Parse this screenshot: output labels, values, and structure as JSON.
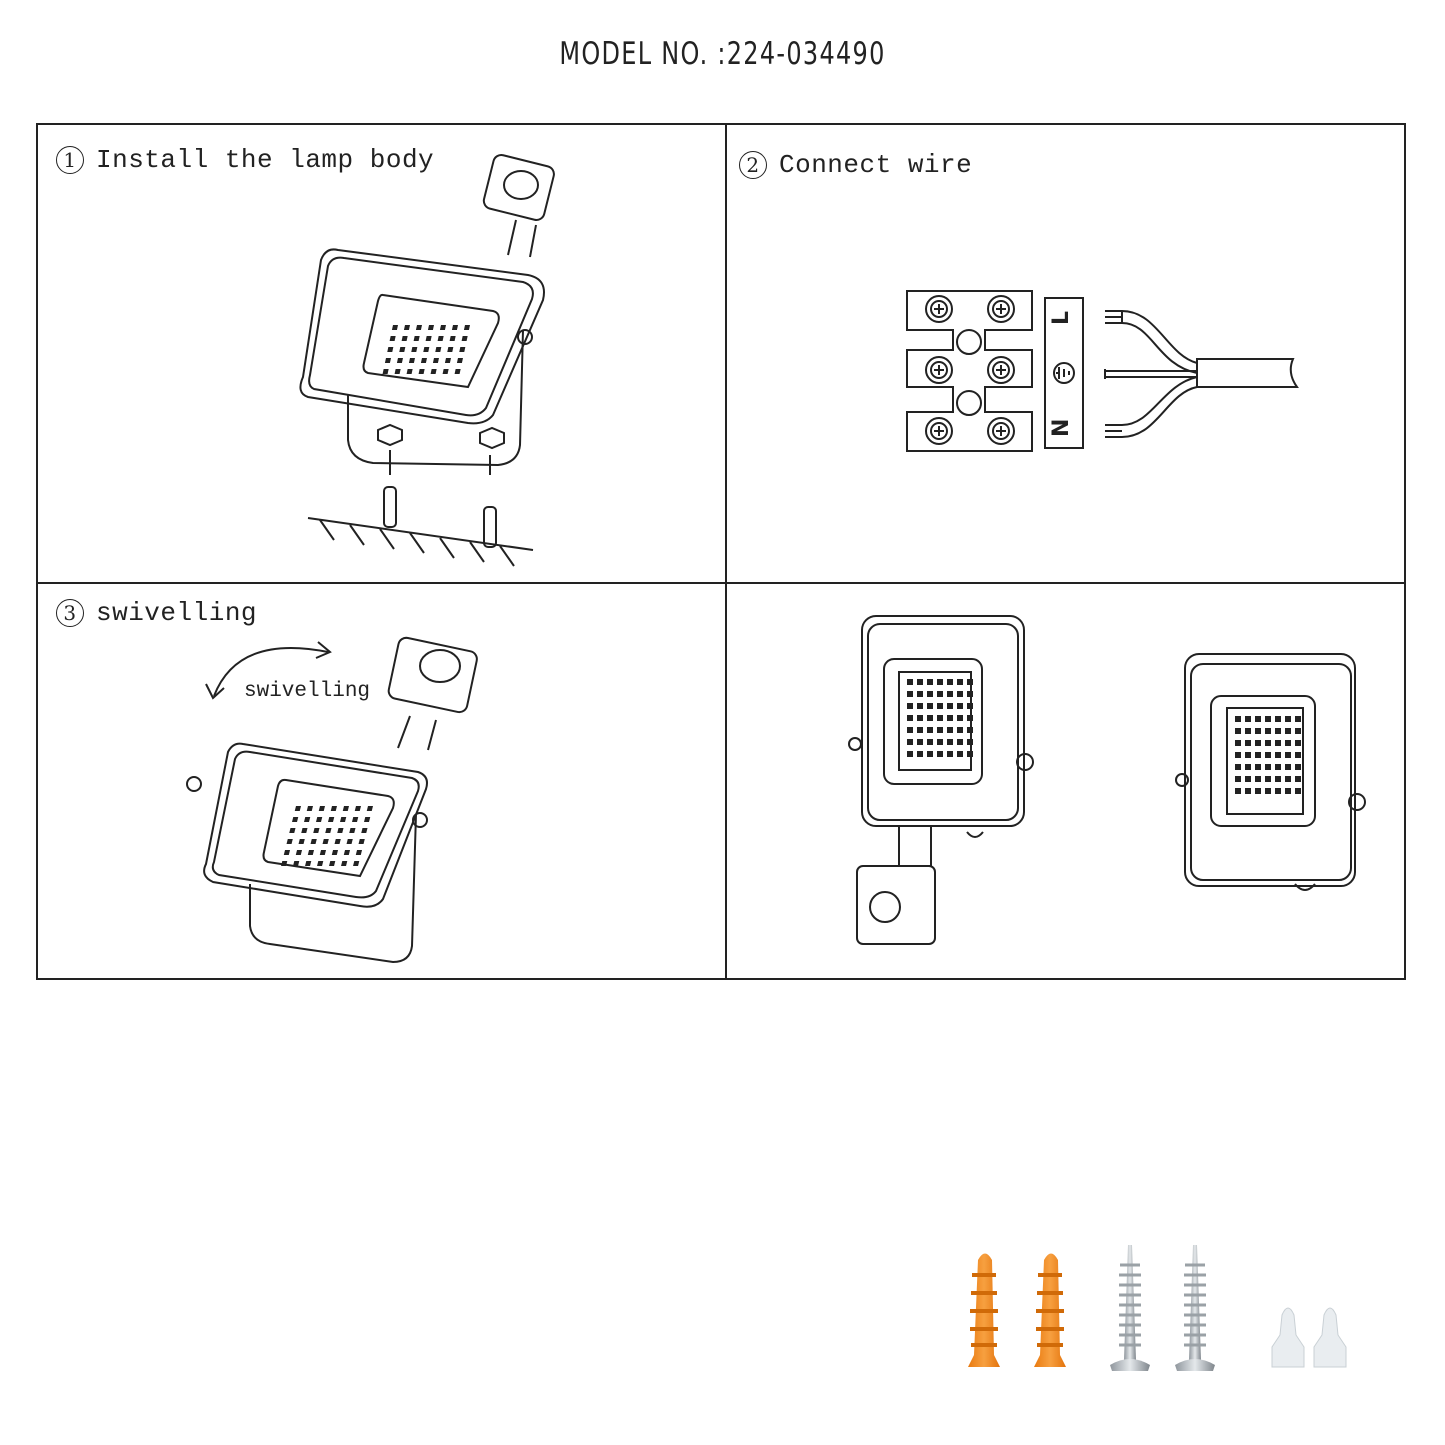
{
  "header": {
    "model_label": "MODEL NO. :224-034490"
  },
  "steps": [
    {
      "number": "1",
      "label": "Install the lamp body"
    },
    {
      "number": "2",
      "label": "Connect wire"
    },
    {
      "number": "3",
      "label": "swivelling",
      "annotation": "swivelling"
    }
  ],
  "wiring": {
    "terminals": [
      "L",
      "⏚",
      "N"
    ],
    "labels": {
      "live": "L",
      "earth": "earth-symbol",
      "neutral": "N"
    }
  },
  "product_views": [
    {
      "name": "floodlight-with-sensor"
    },
    {
      "name": "floodlight-without-sensor"
    }
  ],
  "accessories": [
    {
      "name": "wall-plug",
      "count": 2,
      "color": "#F08A1C"
    },
    {
      "name": "screw",
      "count": 2,
      "color": "#B8BEC4"
    },
    {
      "name": "wire-connector",
      "count": 2,
      "color": "#E8ECEF"
    }
  ]
}
